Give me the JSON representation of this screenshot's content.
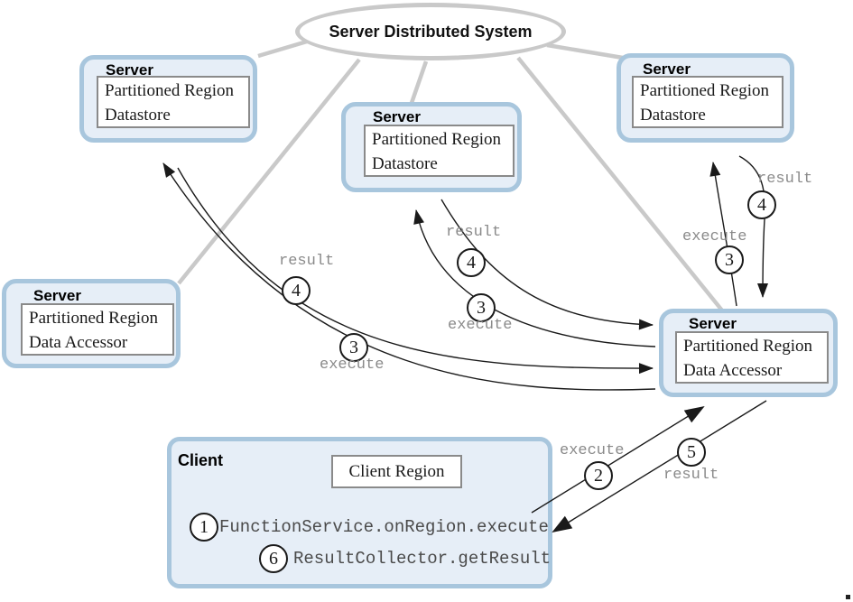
{
  "system": {
    "label": "Server Distributed System"
  },
  "colors": {
    "box_fill": "#e6eef7",
    "box_border": "#a8c6dd",
    "connector_gray": "#c9c9c9",
    "arrow_black": "#1a1a1a",
    "label_gray": "#8a8a8a"
  },
  "servers": [
    {
      "title": "Server",
      "line1": "Partitioned Region",
      "line2": "Datastore"
    },
    {
      "title": "Server",
      "line1": "Partitioned Region",
      "line2": "Datastore"
    },
    {
      "title": "Server",
      "line1": "Partitioned Region",
      "line2": "Datastore"
    },
    {
      "title": "Server",
      "line1": "Partitioned Region",
      "line2": "Data Accessor"
    },
    {
      "title": "Server",
      "line1": "Partitioned Region",
      "line2": "Data Accessor"
    }
  ],
  "client": {
    "title": "Client",
    "region_label": "Client Region",
    "steps": [
      {
        "num": "1",
        "code": "FunctionService.onRegion.execute"
      },
      {
        "num": "6",
        "code": "ResultCollector.getResult"
      }
    ]
  },
  "arrows": [
    {
      "num": "3",
      "label": "execute",
      "from": "server-right-accessor",
      "to": "server-top-left"
    },
    {
      "num": "4",
      "label": "result",
      "from": "server-top-left",
      "to": "server-right-accessor"
    },
    {
      "num": "3",
      "label": "execute",
      "from": "server-right-accessor",
      "to": "server-middle"
    },
    {
      "num": "4",
      "label": "result",
      "from": "server-middle",
      "to": "server-right-accessor"
    },
    {
      "num": "3",
      "label": "execute",
      "from": "server-right-accessor",
      "to": "server-top-right"
    },
    {
      "num": "4",
      "label": "result",
      "from": "server-top-right",
      "to": "server-right-accessor"
    },
    {
      "num": "2",
      "label": "execute",
      "from": "client",
      "to": "server-right-accessor"
    },
    {
      "num": "5",
      "label": "result",
      "from": "server-right-accessor",
      "to": "client"
    }
  ]
}
